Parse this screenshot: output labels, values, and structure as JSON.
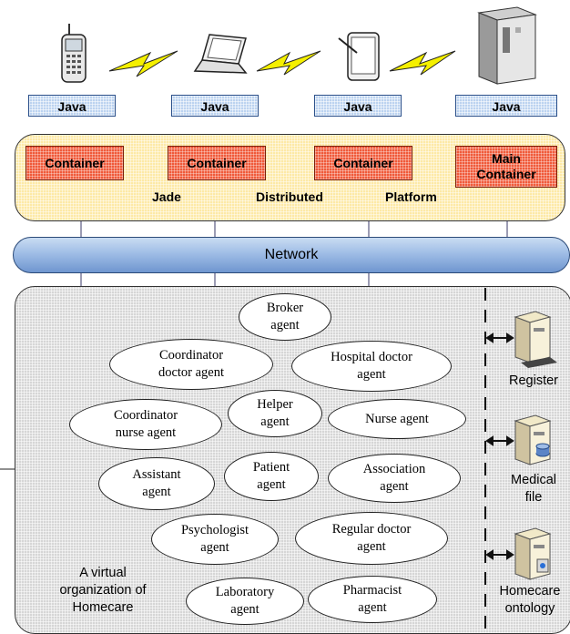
{
  "devices": [
    {
      "name": "mobile-phone",
      "java": "Java"
    },
    {
      "name": "laptop",
      "java": "Java"
    },
    {
      "name": "tablet",
      "java": "Java"
    },
    {
      "name": "server",
      "java": "Java"
    }
  ],
  "platform": {
    "containers": [
      "Container",
      "Container",
      "Container",
      "Main\nContainer"
    ],
    "label_words": [
      "Jade",
      "Distributed",
      "Platform"
    ]
  },
  "network": {
    "label": "Network"
  },
  "organization": {
    "label": "A virtual\norganization of\nHomecare",
    "agents": [
      "Broker\nagent",
      "Coordinator\ndoctor agent",
      "Hospital doctor\nagent",
      "Coordinator\nnurse agent",
      "Helper\nagent",
      "Nurse agent",
      "Assistant\nagent",
      "Patient\nagent",
      "Association\nagent",
      "Psychologist\nagent",
      "Regular doctor\nagent",
      "Laboratory\nagent",
      "Pharmacist\nagent"
    ],
    "resources": [
      "Register",
      "Medical\nfile",
      "Homecare\nontology"
    ]
  },
  "colors": {
    "java_box": "#bcd3f0",
    "platform": "#fde9a6",
    "container": "#f05a3a",
    "network": "#9fbde6",
    "organization": "#d6d6d6",
    "lightning": "#f5f000"
  }
}
